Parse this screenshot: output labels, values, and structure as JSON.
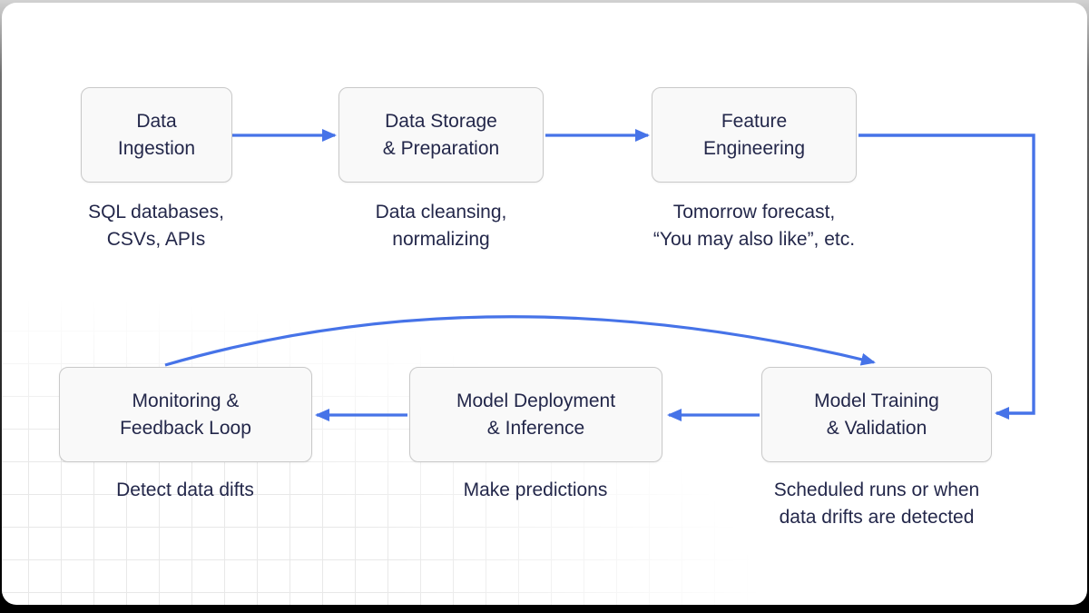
{
  "diagram": {
    "title": "",
    "nodes": [
      {
        "id": "data-ingestion",
        "label": "Data\nIngestion",
        "caption": "SQL databases,\nCSVs, APIs"
      },
      {
        "id": "data-storage-preparation",
        "label": "Data Storage\n& Preparation",
        "caption": "Data cleansing,\nnormalizing"
      },
      {
        "id": "feature-engineering",
        "label": "Feature\nEngineering",
        "caption": "Tomorrow forecast,\n“You may also like”, etc."
      },
      {
        "id": "monitoring-feedback-loop",
        "label": "Monitoring &\nFeedback Loop",
        "caption": "Detect data difts"
      },
      {
        "id": "model-deployment-inference",
        "label": "Model Deployment\n& Inference",
        "caption": "Make predictions"
      },
      {
        "id": "model-training-validation",
        "label": "Model Training\n& Validation",
        "caption": "Scheduled runs or when\ndata drifts are detected"
      }
    ],
    "edges": [
      {
        "from": "data-ingestion",
        "to": "data-storage-preparation",
        "style": "straight"
      },
      {
        "from": "data-storage-preparation",
        "to": "feature-engineering",
        "style": "straight"
      },
      {
        "from": "feature-engineering",
        "to": "model-training-validation",
        "style": "elbow"
      },
      {
        "from": "model-training-validation",
        "to": "model-deployment-inference",
        "style": "straight"
      },
      {
        "from": "model-deployment-inference",
        "to": "monitoring-feedback-loop",
        "style": "straight"
      },
      {
        "from": "monitoring-feedback-loop",
        "to": "model-training-validation",
        "style": "curved-feedback"
      }
    ],
    "colors": {
      "arrow": "#4673e8",
      "node_fill": "#f9f9f9",
      "node_border": "#c9c9c9",
      "text": "#23274a",
      "card_background": "#ffffff",
      "grid_line": "#e7e7e7"
    }
  }
}
